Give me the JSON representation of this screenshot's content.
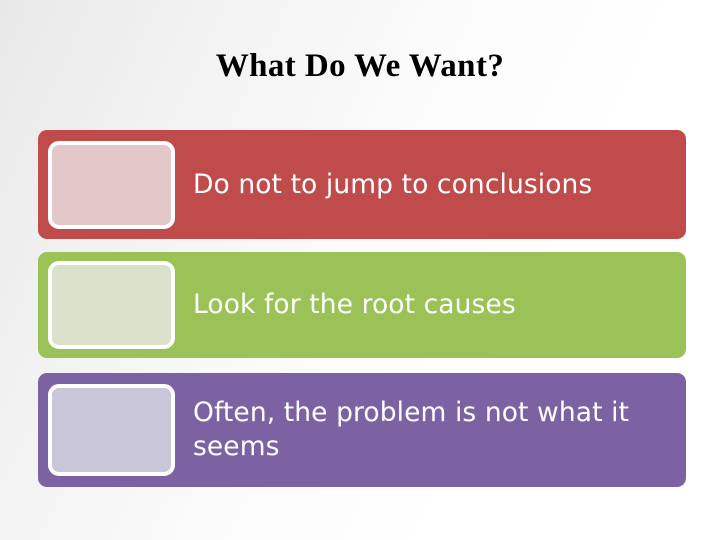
{
  "slide": {
    "title": "What Do We Want?",
    "background_color": "#f4f4f4",
    "title_color": "#000000"
  },
  "bars": [
    {
      "text": "Do not to jump to conclusions",
      "bar_color": "#bf4b4b",
      "icon_fill": "#e2c8c8",
      "icon_border": "#ffffff",
      "text_color": "#ffffff",
      "icon_name": "placeholder-square-icon"
    },
    {
      "text": "Look for the root causes",
      "bar_color": "#9ac257",
      "icon_fill": "#d9e1cb",
      "icon_border": "#ffffff",
      "text_color": "#ffffff",
      "icon_name": "placeholder-square-icon"
    },
    {
      "text": "Often, the problem is not what it seems",
      "bar_color": "#7d62a3",
      "icon_fill": "#cac6da",
      "icon_border": "#ffffff",
      "text_color": "#ffffff",
      "icon_name": "placeholder-square-icon"
    }
  ]
}
